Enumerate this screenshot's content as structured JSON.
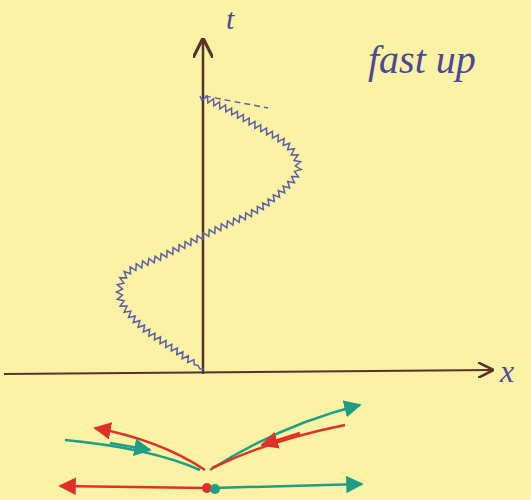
{
  "diagram": {
    "labels": [
      "t",
      "x",
      "fast up"
    ]
  }
}
